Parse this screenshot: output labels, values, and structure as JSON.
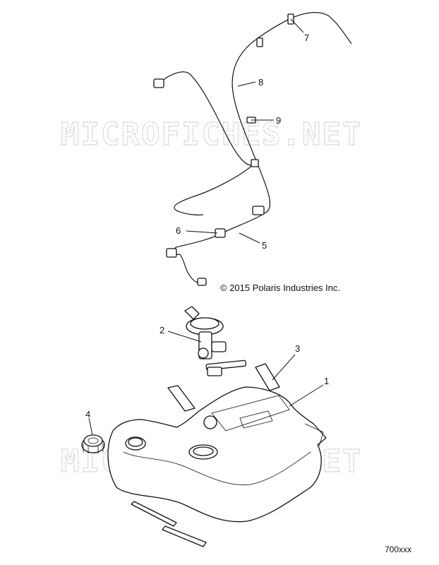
{
  "watermark": "MICROFICHES.NET",
  "copyright": "© 2015 Polaris Industries Inc.",
  "diagram_code": "700xxx",
  "callouts": {
    "c1": "1",
    "c2": "2",
    "c3": "3",
    "c4": "4",
    "c5": "5",
    "c6": "6",
    "c7": "7",
    "c8": "8",
    "c9": "9"
  }
}
